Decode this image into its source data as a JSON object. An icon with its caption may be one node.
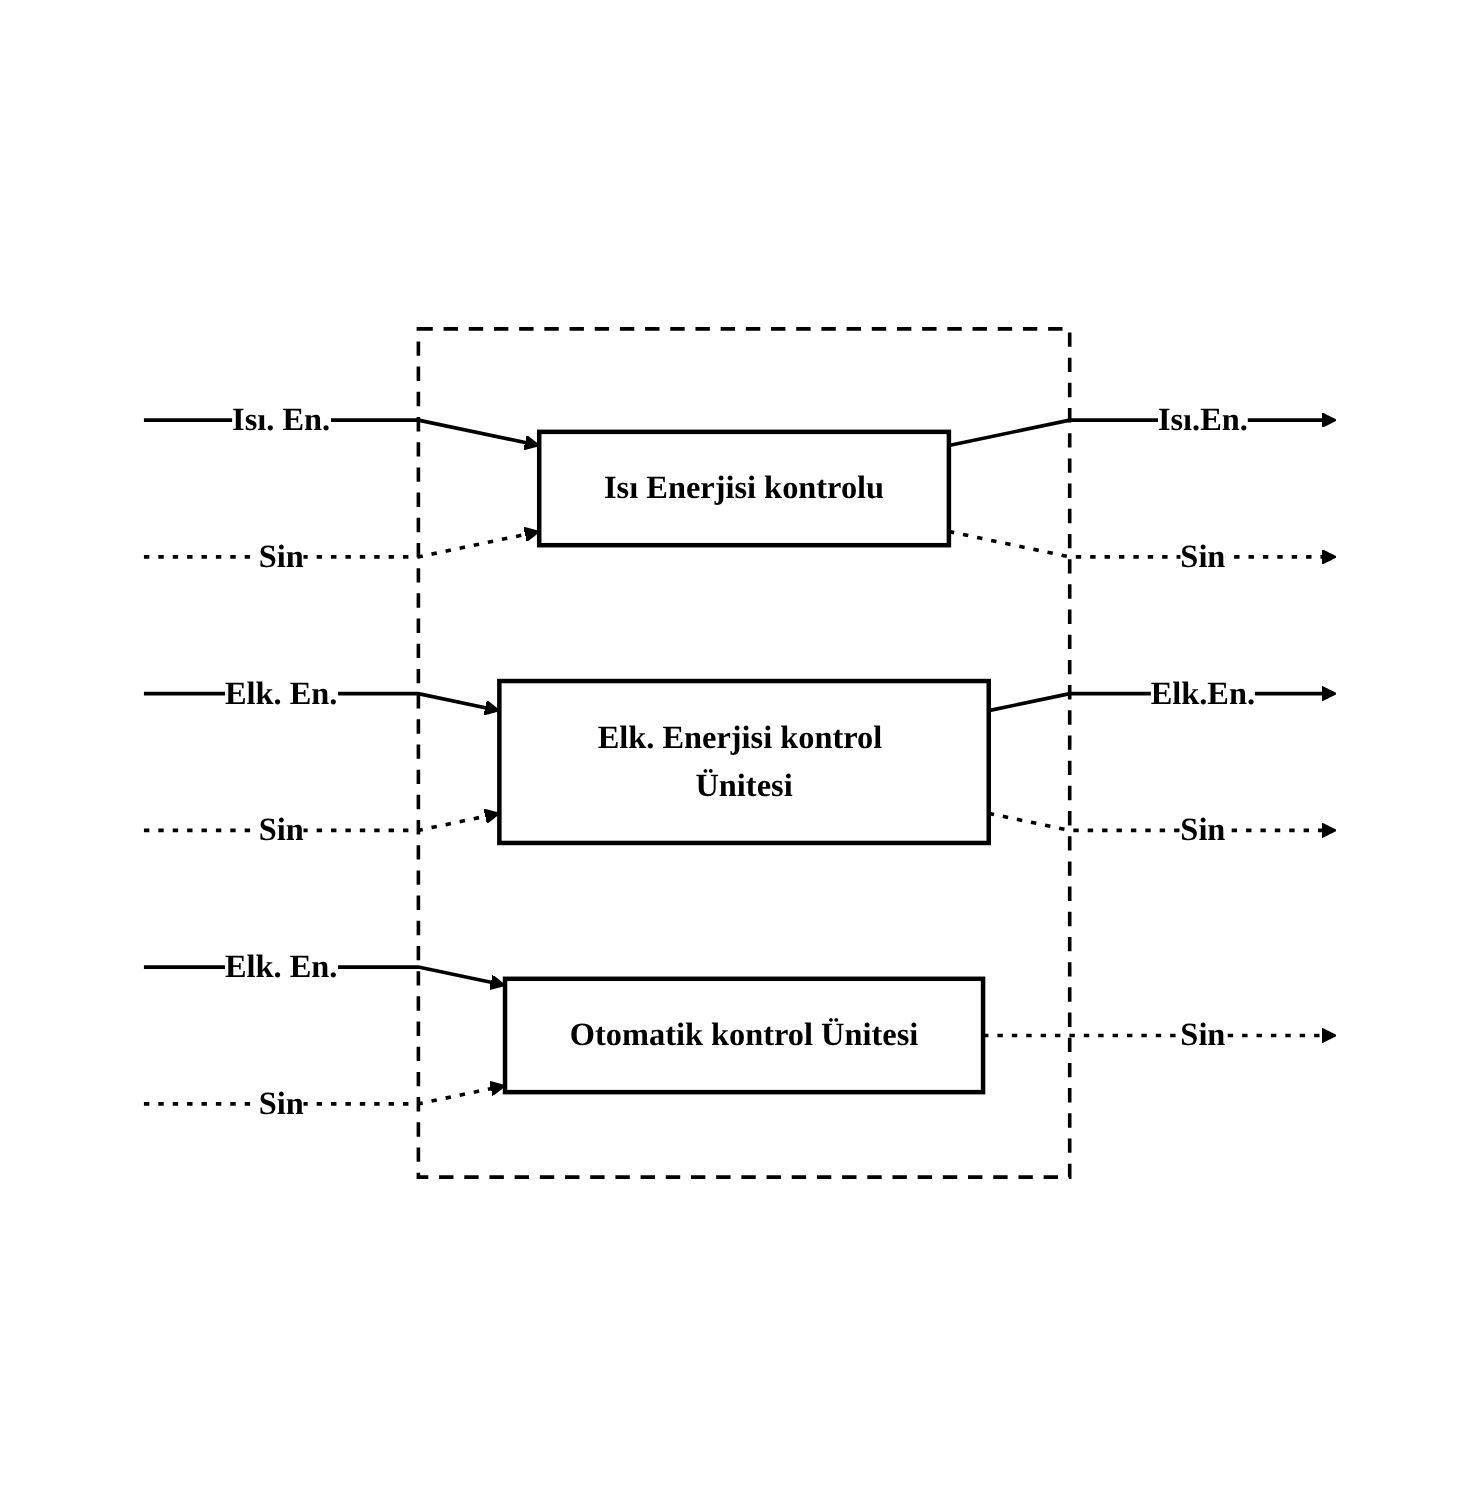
{
  "diagram": {
    "nodes": [
      {
        "text": [],
        "shape": "box"
      },
      {
        "text": [
          "Isı Enerjisi kontrolu"
        ],
        "in": 0
      },
      {
        "text": [
          "Elk. Enerjisi kontrol Ünitesi"
        ],
        "in": 0
      },
      {
        "text": [
          "Otomatik kontrol Ünitesi"
        ],
        "in": 0
      }
    ],
    "edges": [
      {
        "from": null,
        "to": 1,
        "arrow": "to",
        "label": "Isı. En."
      },
      {
        "from": null,
        "to": 1,
        "arrow": "to",
        "label": "Sin",
        "style": "dashed"
      },
      {
        "from": 1,
        "to": null,
        "arrow": "to",
        "label": "Isı.En."
      },
      {
        "from": 1,
        "to": null,
        "arrow": "to",
        "label": "Sin",
        "style": "dashed"
      },
      {
        "from": null,
        "to": 2,
        "arrow": "to",
        "label": "Elk. En."
      },
      {
        "from": null,
        "to": 2,
        "arrow": "to",
        "label": "Sin",
        "style": "dashed"
      },
      {
        "from": 2,
        "to": null,
        "arrow": "to",
        "label": "Elk.En."
      },
      {
        "from": 2,
        "to": null,
        "arrow": "to",
        "label": "Sin",
        "style": "dashed"
      },
      {
        "from": null,
        "to": 3,
        "arrow": "to",
        "label": "Elk. En."
      },
      {
        "from": null,
        "to": 3,
        "arrow": "to",
        "label": "Sin",
        "style": "dashed"
      },
      {
        "from": 3,
        "to": null,
        "arrow": "to",
        "label": "Sin",
        "style": "dashed"
      }
    ]
  }
}
